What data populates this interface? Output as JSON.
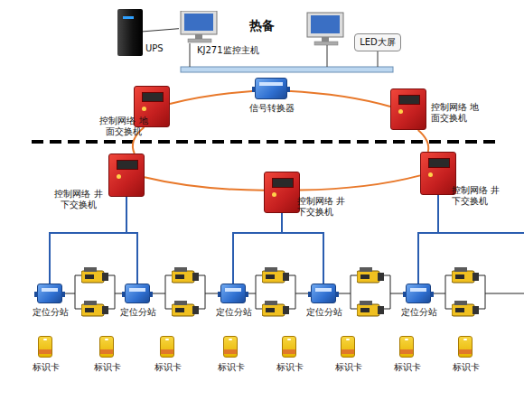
{
  "diagram": {
    "nodes": [
      {
        "text": [
          "UPS"
        ]
      },
      {
        "text": [
          "KJ271监控主机"
        ]
      },
      {
        "text": [
          "LED大屏"
        ]
      },
      {
        "text": [
          "控制网络 地面交换机"
        ]
      },
      {
        "text": [
          "信号转换器"
        ]
      },
      {
        "text": [
          "控制网络 地面交换机"
        ]
      },
      {
        "text": [
          "控制网络 井下交换机"
        ]
      },
      {
        "text": [
          "控制网络 井下交换机"
        ]
      },
      {
        "text": [
          "控制网络 井下交换机"
        ]
      },
      {
        "text": [
          "定位分站"
        ]
      },
      {
        "text": [
          "定位分站"
        ]
      },
      {
        "text": [
          "定位分站"
        ]
      },
      {
        "text": [
          "定位分站"
        ]
      },
      {
        "text": [
          "定位分站"
        ]
      },
      {
        "text": [
          "标识卡"
        ]
      },
      {
        "text": [
          "标识卡"
        ]
      },
      {
        "text": [
          "标识卡"
        ]
      },
      {
        "text": [
          "标识卡"
        ]
      },
      {
        "text": [
          "标识卡"
        ]
      },
      {
        "text": [
          "标识卡"
        ]
      },
      {
        "text": [
          "标识卡"
        ]
      },
      {
        "text": [
          "标识卡"
        ]
      }
    ],
    "edges": [
      {
        "from": 0,
        "to": 1,
        "arrow": "none"
      },
      {
        "from": 3,
        "to": 4,
        "arrow": "none"
      },
      {
        "from": 4,
        "to": 5,
        "arrow": "none"
      },
      {
        "from": 5,
        "to": 8,
        "arrow": "none"
      },
      {
        "from": 8,
        "to": 7,
        "arrow": "none"
      },
      {
        "from": 7,
        "to": 6,
        "arrow": "none"
      },
      {
        "from": 6,
        "to": 3,
        "arrow": "none"
      },
      {
        "from": 6,
        "to": 9,
        "arrow": "none"
      },
      {
        "from": 6,
        "to": 10,
        "arrow": "none"
      },
      {
        "from": 7,
        "to": 11,
        "arrow": "none"
      },
      {
        "from": 7,
        "to": 12,
        "arrow": "none"
      },
      {
        "from": 8,
        "to": 13,
        "arrow": "none"
      }
    ],
    "labels": [
      "热备"
    ]
  }
}
